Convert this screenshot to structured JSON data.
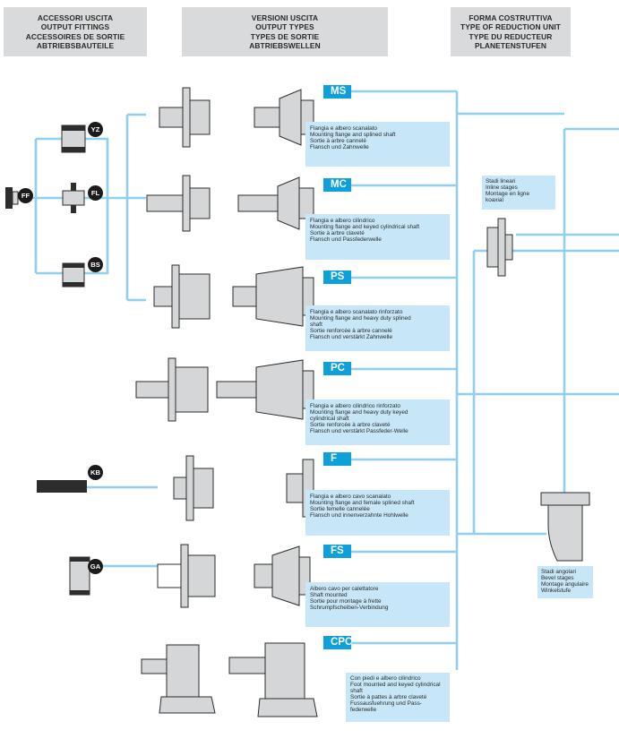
{
  "headers": {
    "fittings": [
      "ACCESSORI USCITA",
      "OUTPUT FITTINGS",
      "ACCESSOIRES DE SORTIE",
      "ABTRIEBSBAUTEILE"
    ],
    "versions": [
      "VERSIONI USCITA",
      "OUTPUT TYPES",
      "TYPES DE SORTIE",
      "ABTRIEBSWELLEN"
    ],
    "unit": [
      "FORMA COSTRUTTIVA",
      "TYPE OF REDUCTION UNIT",
      "TYPE DU REDUCTEUR",
      "PLANETENSTUFEN"
    ]
  },
  "accessories": [
    "FF",
    "YZ",
    "FL",
    "BS",
    "KB",
    "GA"
  ],
  "versions": [
    {
      "code": "MS",
      "lines": [
        "Flangia e albero scanalato",
        "Mounting flange and splined shaft",
        "Sortie à arbre cannelé",
        "Flansch und Zahnwelle"
      ]
    },
    {
      "code": "MC",
      "lines": [
        "Flangia e albero cilindrico",
        "Mounting flange and keyed cylindrical shaft",
        "Sortie à arbre claveté",
        "Flansch und Passfederwelle"
      ]
    },
    {
      "code": "PS",
      "lines": [
        "Flangia e albero scanalato rinforzato",
        "Mounting flange and heavy duty splined",
        "shaft",
        "Sortie renforcée à arbre cannelé",
        "Flansch und verstärkt Zahnwelle"
      ]
    },
    {
      "code": "PC",
      "lines": [
        "Flangia e albero cilindrico rinforzato",
        "Mounting flange and heavy duty keyed",
        "cylindrical shaft",
        "Sortie renforcée à arbre claveté",
        "Flansch und verstärkt Passfeder-Welle"
      ]
    },
    {
      "code": "F",
      "lines": [
        "Flangia e albero cavo scanalato",
        "Mounting flange and female splined shaft",
        "Sortie femelle cannelée",
        "Flansch und innenverzahnte Hohlwelle"
      ]
    },
    {
      "code": "FS",
      "lines": [
        "Albero cavo per calettatore",
        "Shaft mounted",
        "Sortie pour montage à frette",
        "Schrumpfscheiben-Verbindung"
      ]
    },
    {
      "code": "CPC",
      "lines": [
        "Con piedi e albero cilindrico",
        "Foot mounted and keyed cylindrical",
        "shaft",
        "Sortie à pattes à arbre claveté",
        "Fussausfuehrung und Pass-",
        "federwelle"
      ]
    }
  ],
  "stages": {
    "inline": [
      "Stadi lineari",
      "Inline stages",
      "Montage en ligne",
      "koaxial"
    ],
    "bevel": [
      "Stadi angolari",
      "Bevel stages",
      "Montage angulaire",
      "Winkelstufe"
    ]
  },
  "colors": {
    "accent": "#0ea0db",
    "line": "#8fd0f0",
    "box": "#c7e7f8",
    "header": "#d9dadb",
    "part": "#d4d6d8",
    "outline": "#2d2d2d"
  }
}
